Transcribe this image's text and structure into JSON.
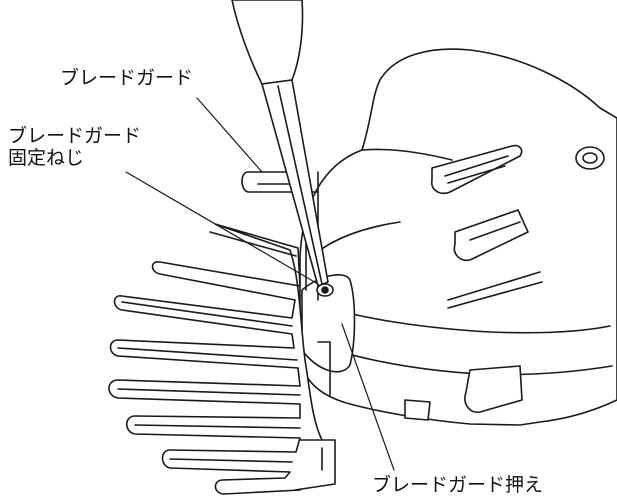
{
  "labels": {
    "blade_guard": "ブレードガード",
    "blade_guard_screw_line1": "ブレードガード",
    "blade_guard_screw_line2": "固定ねじ",
    "blade_guard_retainer": "ブレードガード押え"
  },
  "colors": {
    "line": "#1a1a1a",
    "fill": "#ffffff"
  }
}
